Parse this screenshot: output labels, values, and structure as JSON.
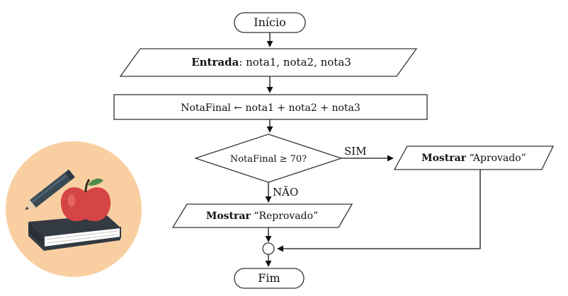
{
  "flowchart": {
    "start_label": "Início",
    "input": {
      "keyword": "Entrada",
      "rest": ": nota1, nota2, nota3"
    },
    "process_label": "NotaFinal ← nota1 + nota2 + nota3",
    "decision_label": "NotaFinal ≥ 70?",
    "yes_label": "SIM",
    "no_label": "NÃO",
    "output_yes": {
      "keyword": "Mostrar",
      "rest": " “Aprovado”"
    },
    "output_no": {
      "keyword": "Mostrar",
      "rest": " “Reprovado”"
    },
    "end_label": "Fim"
  },
  "colors": {
    "line": "#111111",
    "badge_bg": "#f9cfa2",
    "book": "#333a42",
    "book_pages": "#ffffff",
    "apple": "#d64545",
    "apple_leaf": "#4e8a4a",
    "pencil": "#3a4a55"
  },
  "icons": [
    "book-icon",
    "apple-icon",
    "pencil-icon"
  ]
}
